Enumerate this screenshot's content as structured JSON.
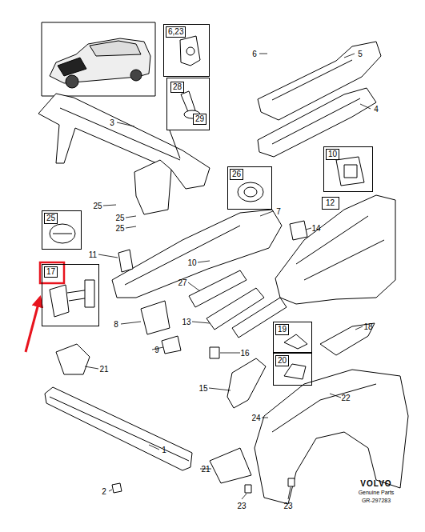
{
  "diagram": {
    "nodes": [
      {
        "text": [
          "6,23"
        ]
      },
      {
        "text": [
          "28",
          "29"
        ]
      },
      {
        "text": [
          "10"
        ]
      },
      {
        "text": [
          "26"
        ]
      },
      {
        "text": [
          "12"
        ]
      },
      {
        "text": [
          "25"
        ]
      },
      {
        "text": [
          "17"
        ]
      },
      {
        "text": [
          "19"
        ]
      },
      {
        "text": [
          "20"
        ]
      }
    ],
    "labels": [
      "6",
      "5",
      "3",
      "4",
      "25",
      "25",
      "25",
      "7",
      "14",
      "11",
      "10",
      "27",
      "8",
      "13",
      "9",
      "16",
      "21",
      "18",
      "15",
      "22",
      "24",
      "1",
      "21",
      "2",
      "23",
      "23",
      "VOLVO",
      "Genuine Parts",
      "GR-297283"
    ]
  }
}
